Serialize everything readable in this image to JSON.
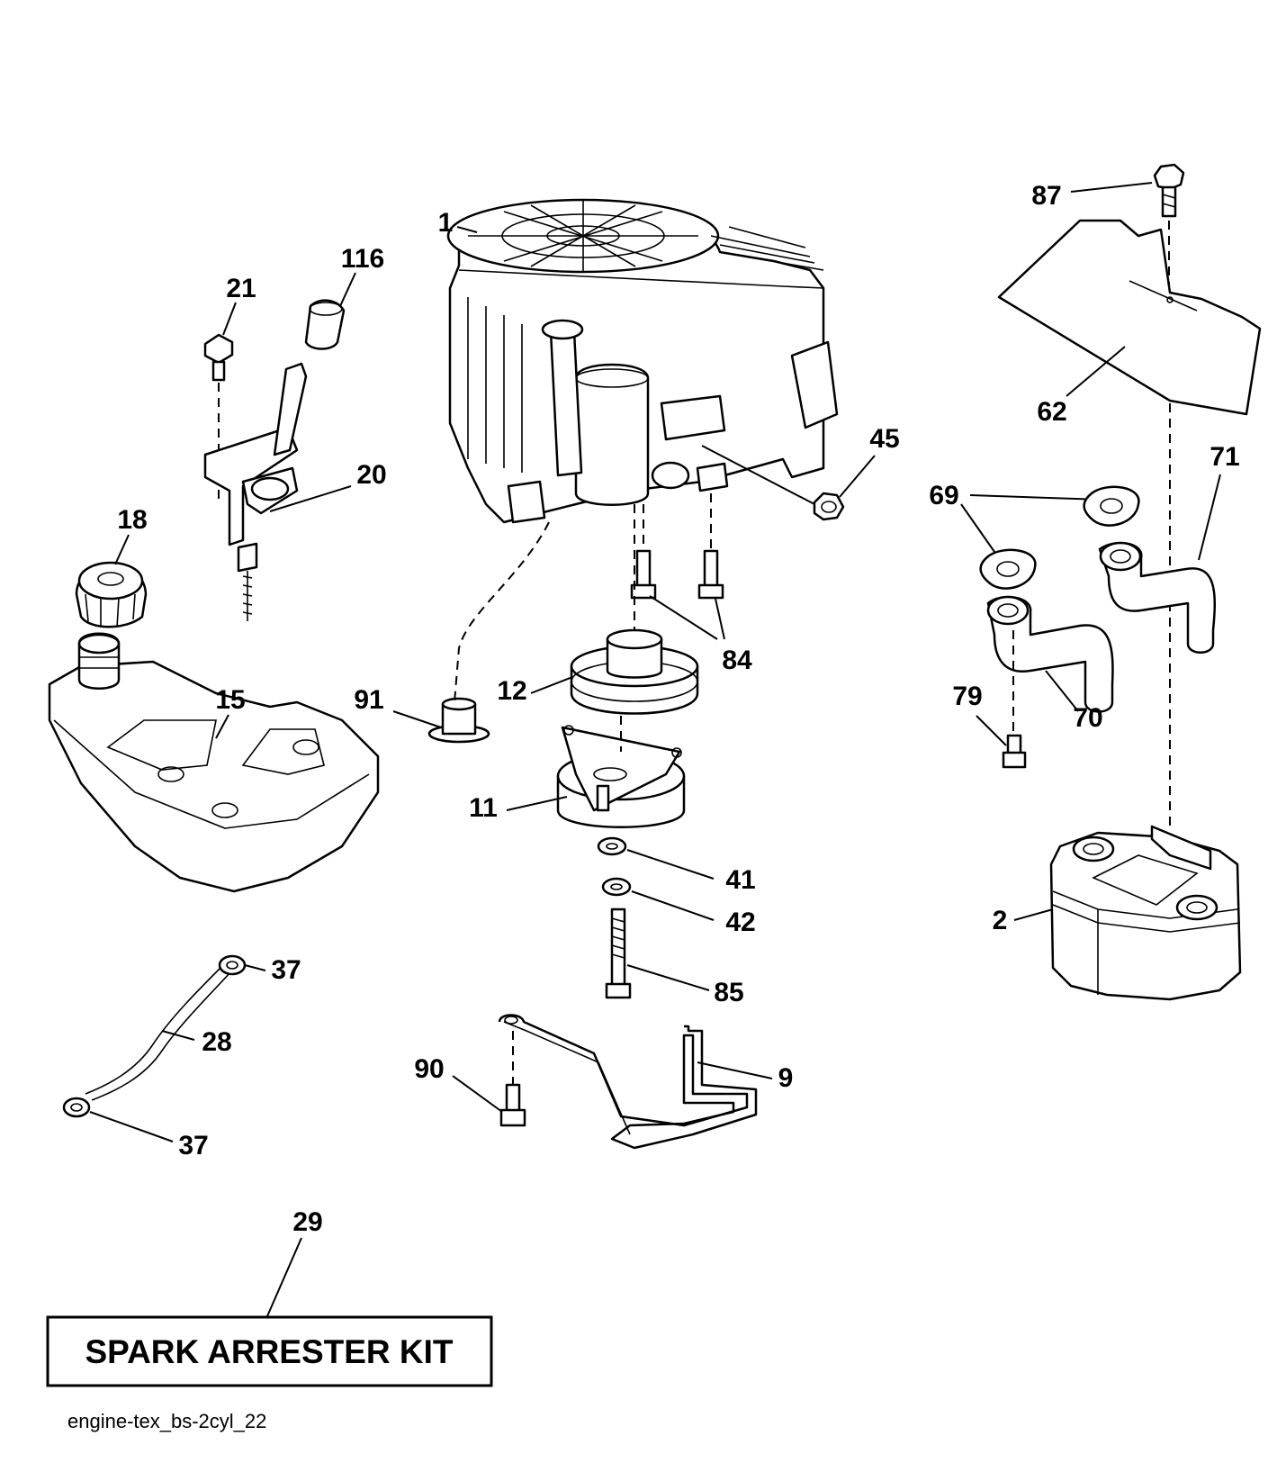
{
  "parts": {
    "p1": "1",
    "p116": "116",
    "p21": "21",
    "p20": "20",
    "p18": "18",
    "p15": "15",
    "p45": "45",
    "p87": "87",
    "p62": "62",
    "p69": "69",
    "p71": "71",
    "p70": "70",
    "p79": "79",
    "p84": "84",
    "p12": "12",
    "p91": "91",
    "p11": "11",
    "p41": "41",
    "p42": "42",
    "p85": "85",
    "p2": "2",
    "p37a": "37",
    "p28": "28",
    "p37b": "37",
    "p90": "90",
    "p9": "9",
    "p29": "29"
  },
  "kit_label": "SPARK ARRESTER KIT",
  "diagram_id": "engine-tex_bs-2cyl_22"
}
